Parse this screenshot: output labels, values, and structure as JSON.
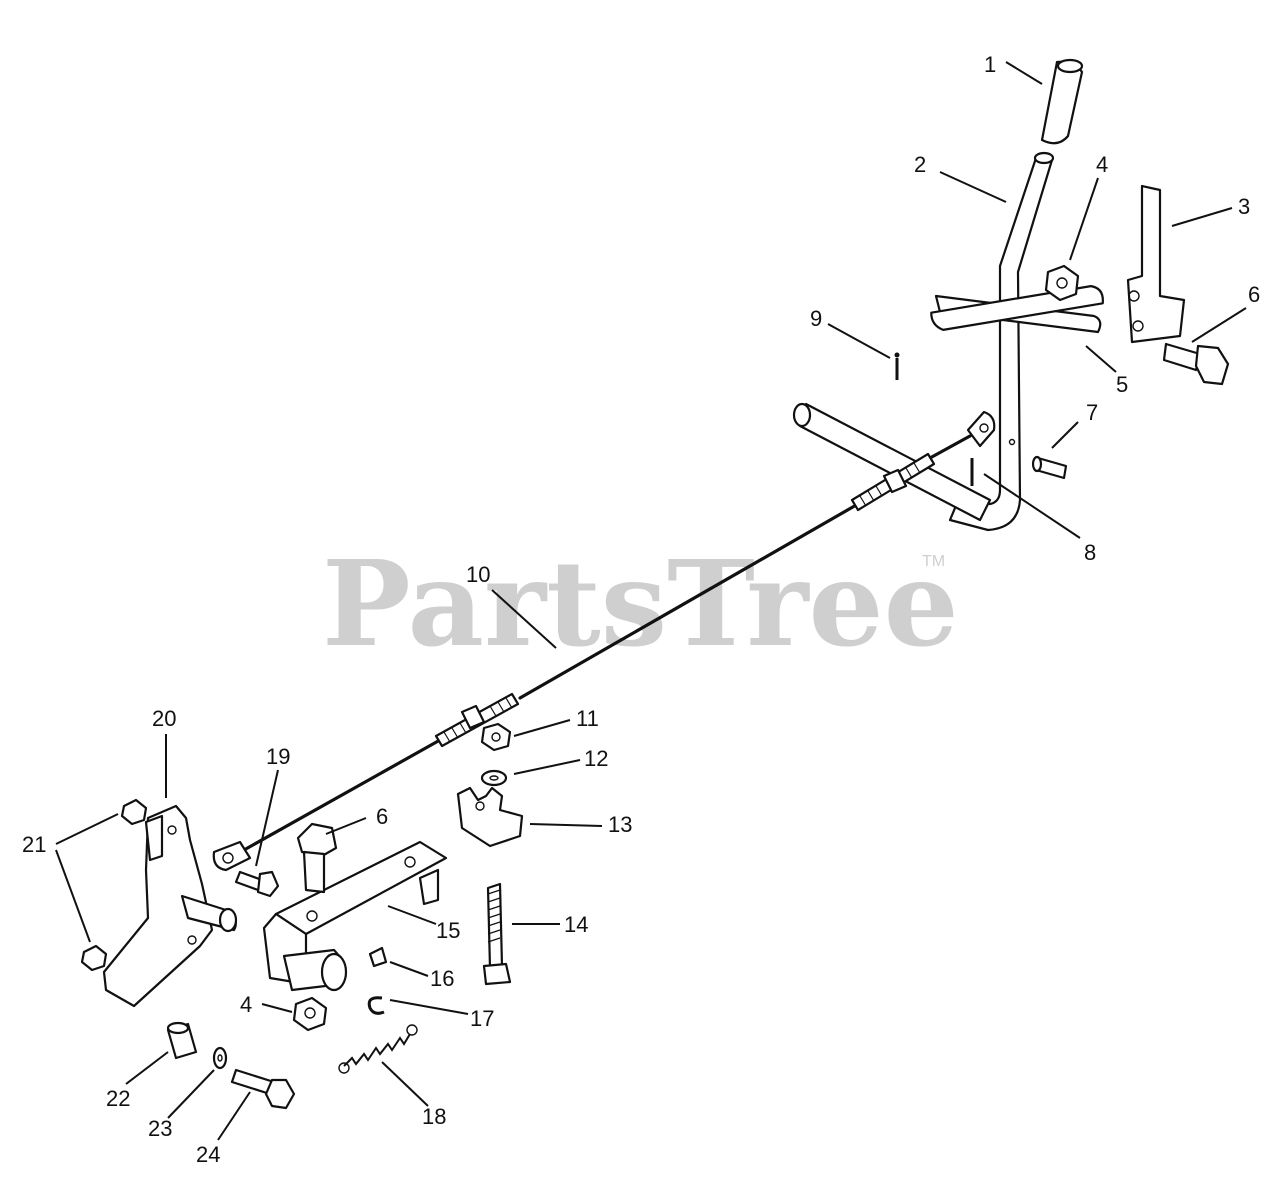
{
  "watermark": {
    "text": "PartsTree",
    "trademark": "TM"
  },
  "callouts": [
    "1",
    "2",
    "3",
    "4",
    "5",
    "6",
    "7",
    "8",
    "9",
    "10",
    "11",
    "12",
    "13",
    "14",
    "15",
    "16",
    "17",
    "18",
    "19",
    "20",
    "21",
    "22",
    "23",
    "24"
  ]
}
